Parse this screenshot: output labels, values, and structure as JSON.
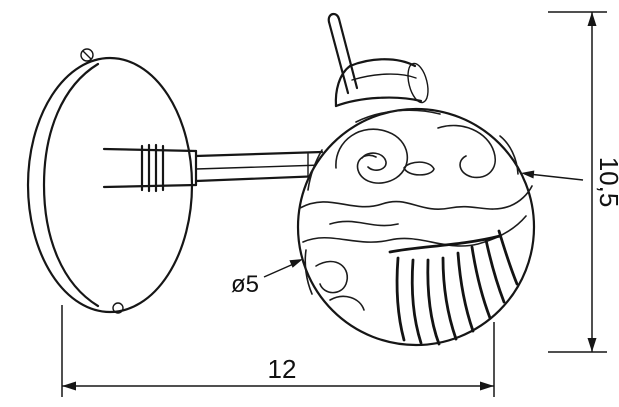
{
  "diagram": {
    "labels": {
      "height": "10,5",
      "width": "12",
      "shade_diameter": "ø5"
    },
    "colors": {
      "line": "#161616",
      "background": "#ffffff"
    }
  }
}
